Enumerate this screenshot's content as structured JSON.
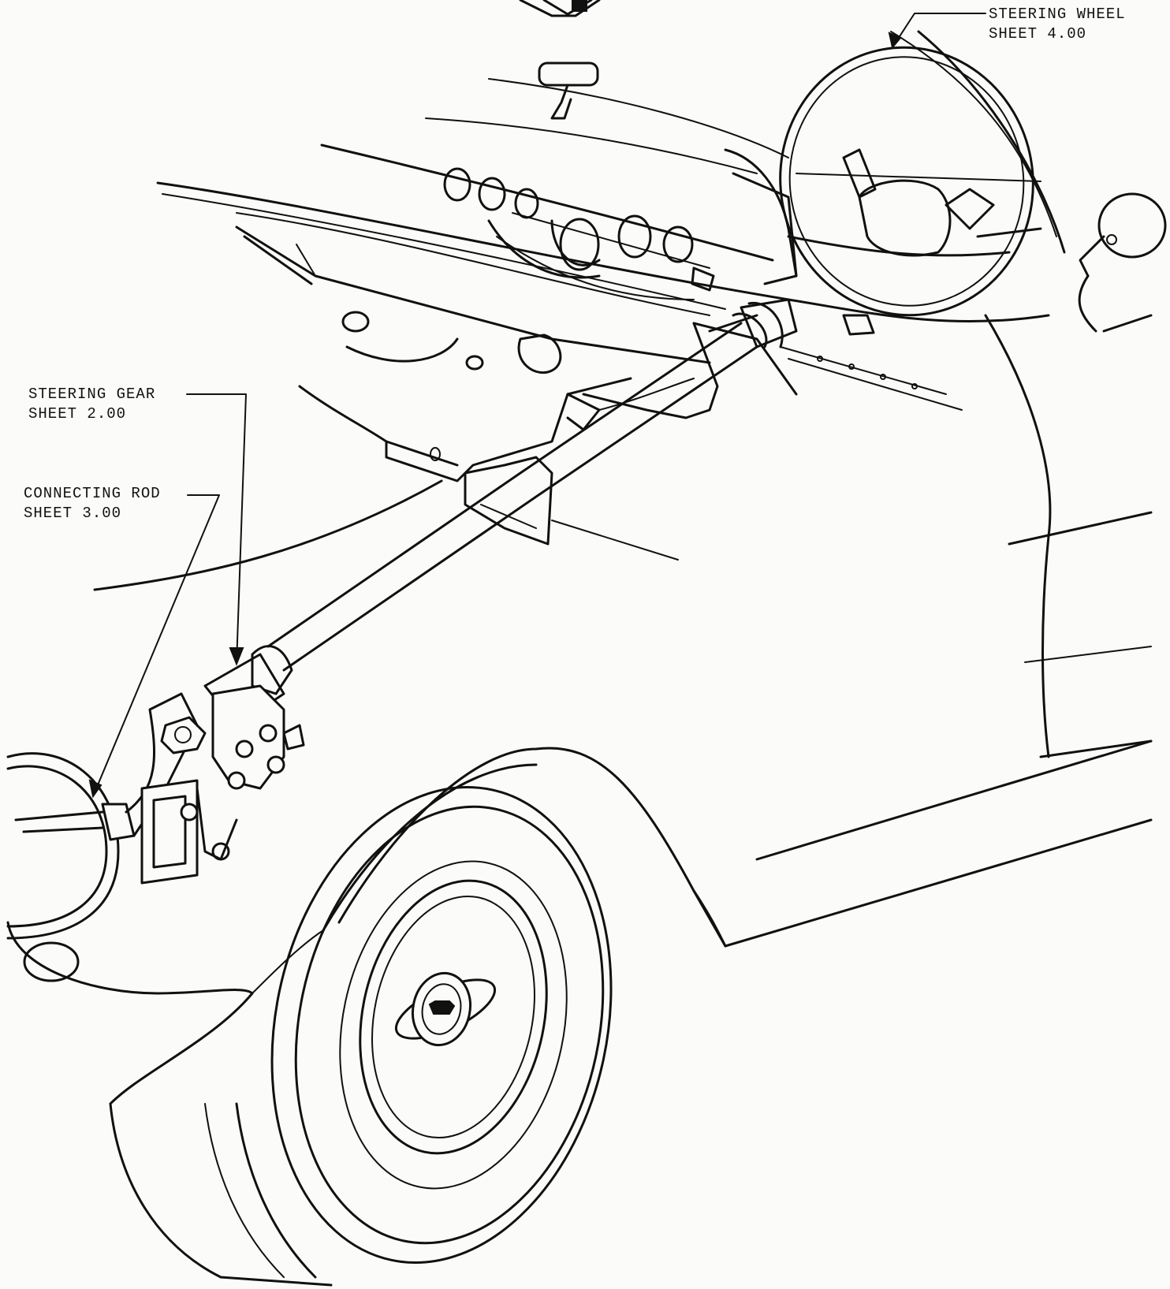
{
  "labels": {
    "steering_wheel": {
      "name": "STEERING WHEEL",
      "ref": "SHEET 4.00"
    },
    "steering_gear": {
      "name": "STEERING GEAR",
      "ref": "SHEET 2.00"
    },
    "connecting_rod": {
      "name": "CONNECTING ROD",
      "ref": "SHEET 3.00"
    }
  },
  "colors": {
    "ink": "#111111",
    "paper": "#fbfbf9"
  }
}
